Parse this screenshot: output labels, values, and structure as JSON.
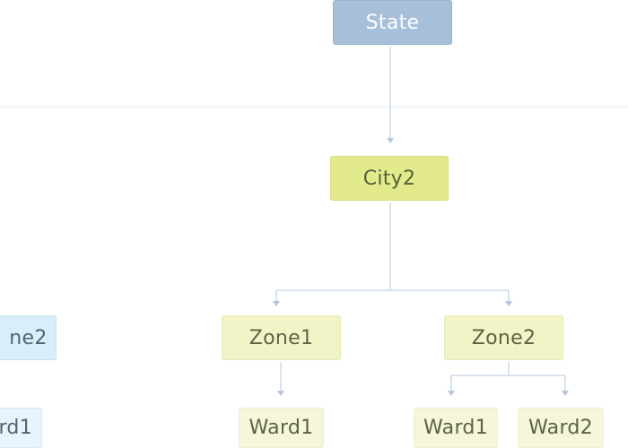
{
  "diagram": {
    "state": {
      "label": "State"
    },
    "city": {
      "label": "City2"
    },
    "zones": [
      {
        "label": "ne2"
      },
      {
        "label": "Zone1"
      },
      {
        "label": "Zone2"
      }
    ],
    "wards": [
      {
        "label": "rd1"
      },
      {
        "label": "Ward1"
      },
      {
        "label": "Ward1"
      },
      {
        "label": "Ward2"
      }
    ]
  },
  "colors": {
    "connector": "#b4c8de",
    "state_fill": "#a7bfd9",
    "city_fill": "#e3ea8c",
    "zone_fill": "#f2f4c7",
    "zone_alt_fill": "#d9eef9"
  }
}
